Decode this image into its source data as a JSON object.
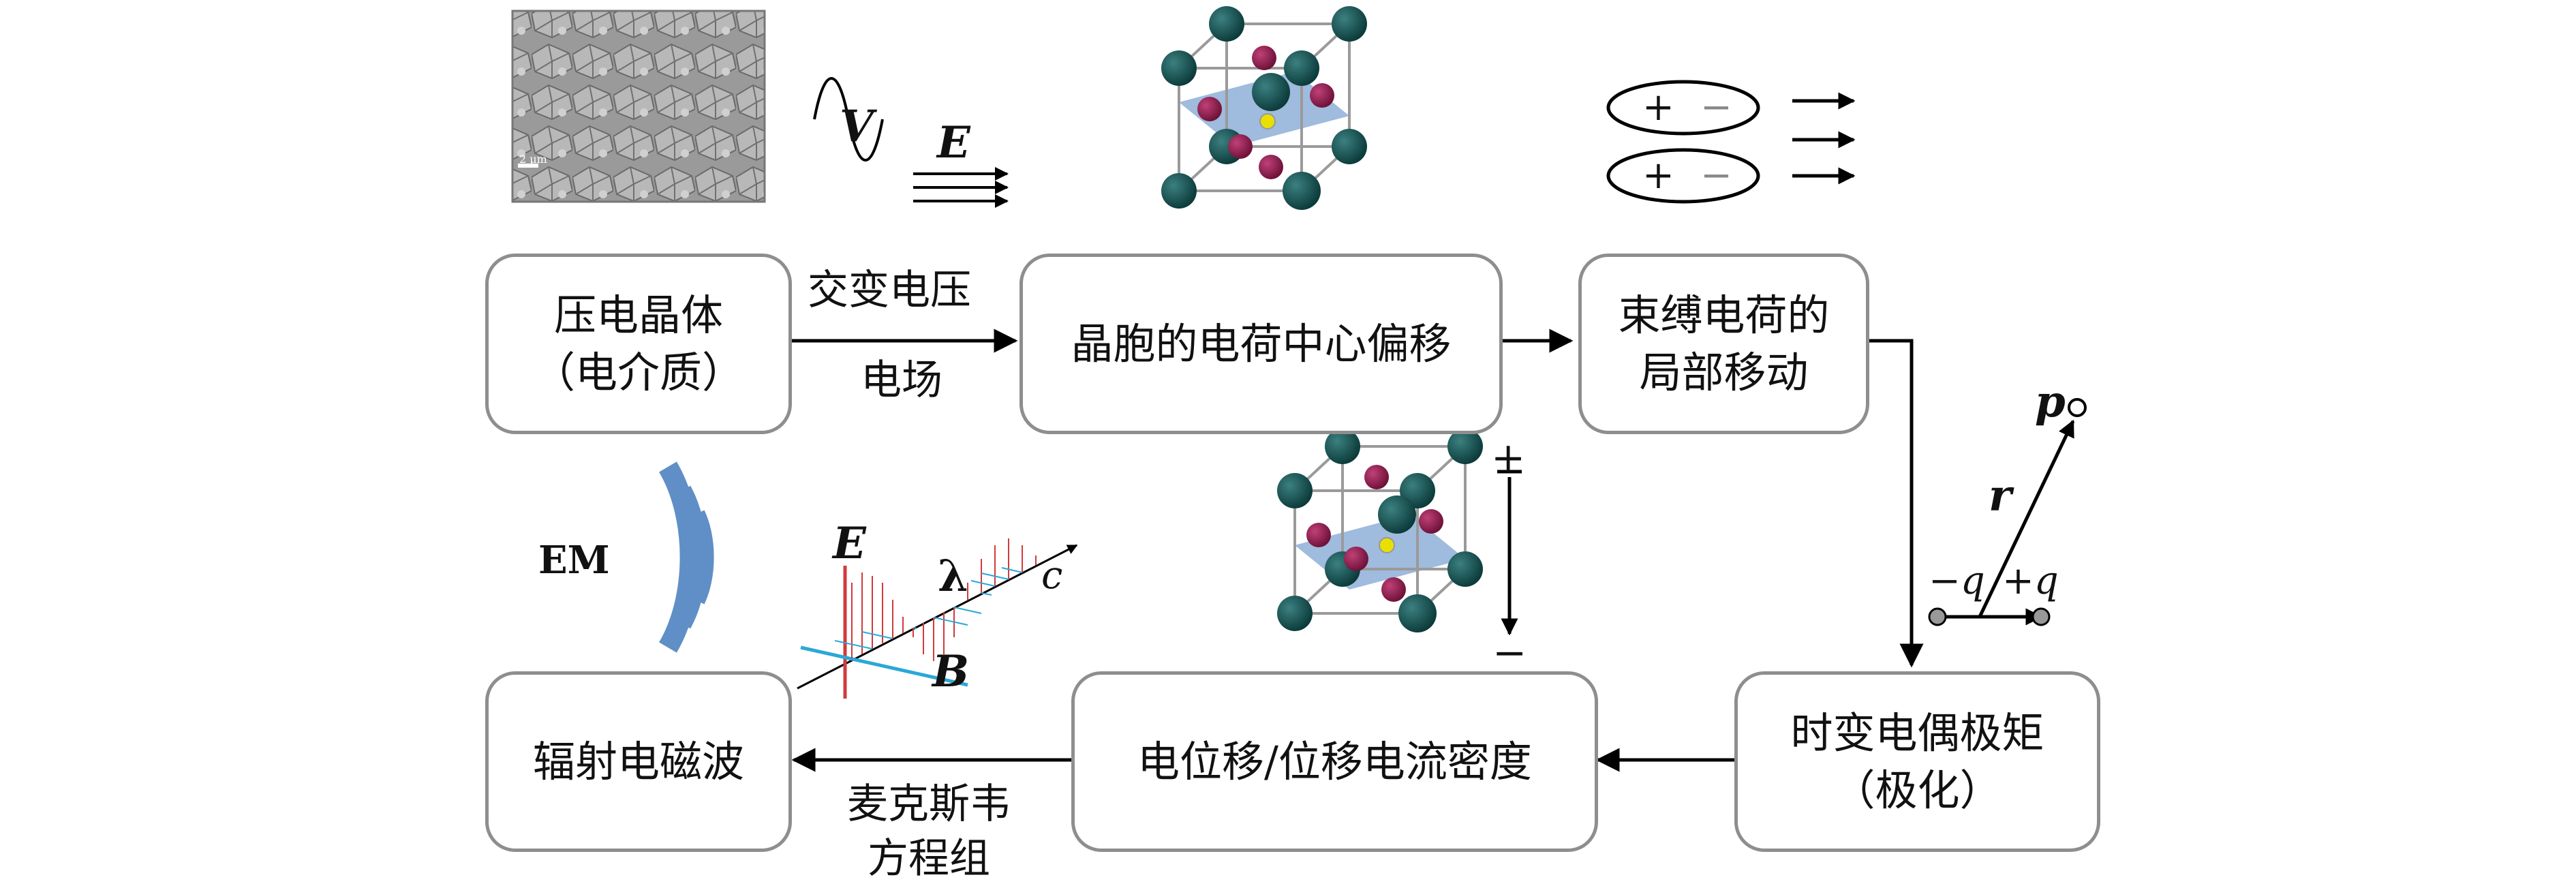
{
  "boxes": {
    "piezo": {
      "line1": "压电晶体",
      "line2": "（电介质）"
    },
    "cell_shift": {
      "line1": "晶胞的电荷中心偏移"
    },
    "bound_charge": {
      "line1": "束缚电荷的",
      "line2": "局部移动"
    },
    "dipole": {
      "line1": "时变电偶极矩",
      "line2": "（极化）"
    },
    "displacement": {
      "line1": "电位移/位移电流密度"
    },
    "radiation": {
      "line1": "辐射电磁波"
    }
  },
  "arrows": {
    "a1_top": "交变电压",
    "a1_bottom": "电场",
    "a5_line1": "麦克斯韦",
    "a5_line2": "方程组"
  },
  "symbols": {
    "V": "V",
    "E": "E",
    "E2": "E",
    "B": "B",
    "lambda": "λ",
    "c": "c",
    "EM": "EM",
    "p": "p",
    "r": "r",
    "minus_q": "−q",
    "plus_q": "+q",
    "plus": "+",
    "minus": "−",
    "scale": "2 μm"
  },
  "colors": {
    "box_border": "#8e8e8e",
    "atom_teal": "#0f4a4a",
    "atom_magenta": "#8a1545",
    "atom_yellow": "#e8e000",
    "plane_blue": "#7fa4d2",
    "em_blue": "#5f8fc6",
    "e_field_red": "#d23a3a",
    "b_field_cyan": "#2aa8d8"
  }
}
